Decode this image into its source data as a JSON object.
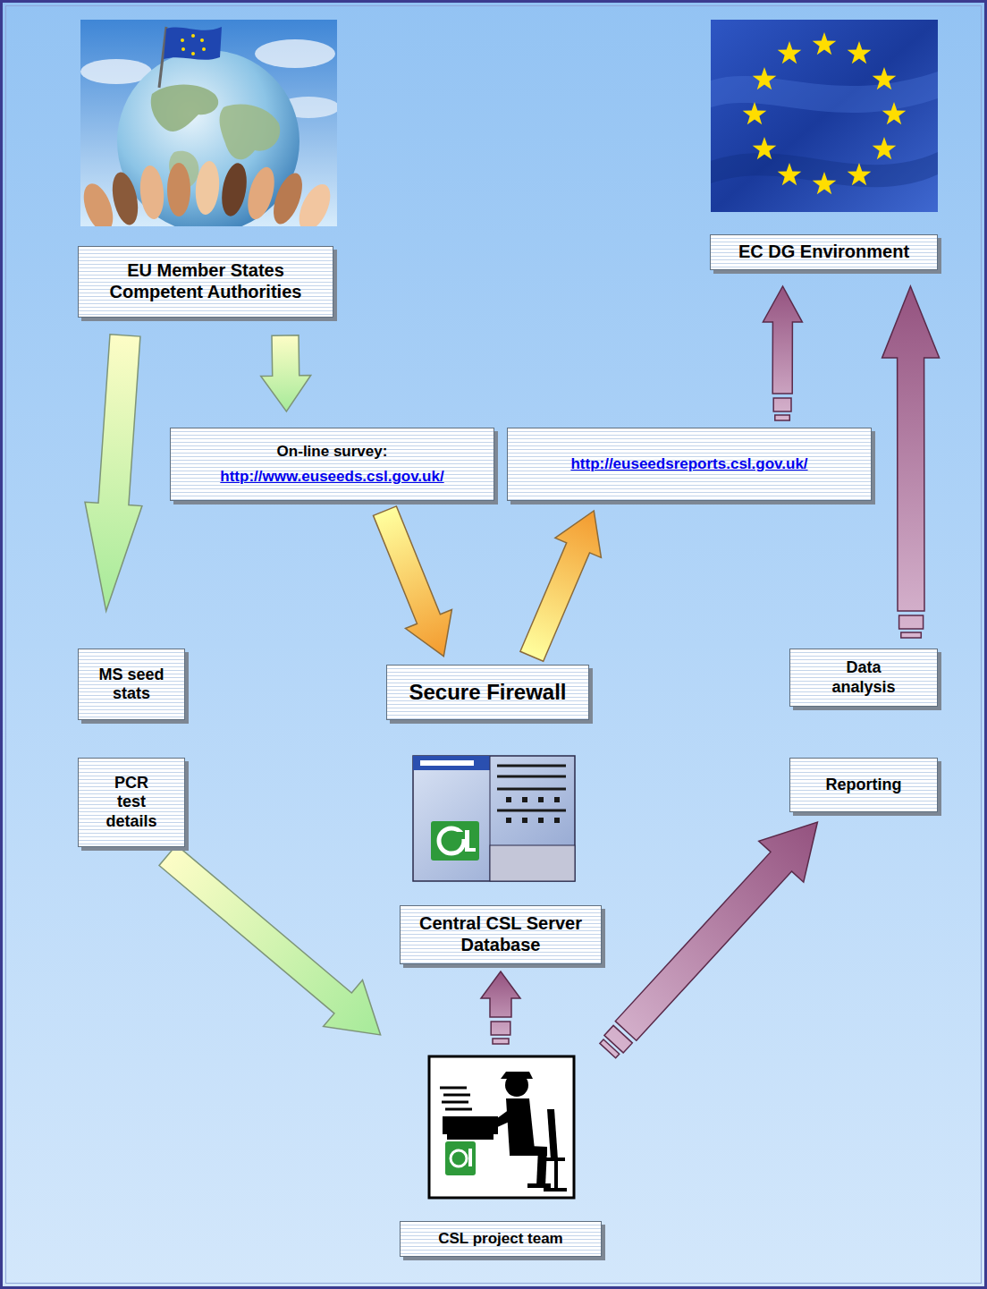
{
  "diagram": {
    "nodes": [
      {
        "text": [
          "EU Member States Competent Authorities"
        ]
      },
      {
        "text": [
          "EC DG Environment"
        ]
      },
      {
        "text": [
          "On-line survey:",
          "http://www.euseeds.csl.gov.uk/"
        ]
      },
      {
        "text": [
          "http://euseedsreports.csl.gov.uk/"
        ]
      },
      {
        "text": [
          "MS seed stats"
        ]
      },
      {
        "text": [
          "Secure Firewall"
        ]
      },
      {
        "text": [
          "Data analysis"
        ]
      },
      {
        "text": [
          "PCR test details"
        ]
      },
      {
        "text": [
          "Reporting"
        ]
      },
      {
        "text": [
          "Central CSL Server Database"
        ]
      },
      {
        "text": [
          "CSL project team"
        ]
      }
    ],
    "edges": [
      {
        "from": 0,
        "to": 4,
        "arrow": "to"
      },
      {
        "from": 0,
        "to": 2,
        "arrow": "to"
      },
      {
        "from": 2,
        "to": 5,
        "arrow": "to"
      },
      {
        "from": 5,
        "to": 3,
        "arrow": "to"
      },
      {
        "from": 3,
        "to": 1,
        "arrow": "to"
      },
      {
        "from": 6,
        "to": 1,
        "arrow": "to"
      },
      {
        "from": 7,
        "to": 10,
        "arrow": "to"
      },
      {
        "from": 10,
        "to": 9,
        "arrow": "to"
      },
      {
        "from": 10,
        "to": 8,
        "arrow": "to"
      }
    ]
  }
}
